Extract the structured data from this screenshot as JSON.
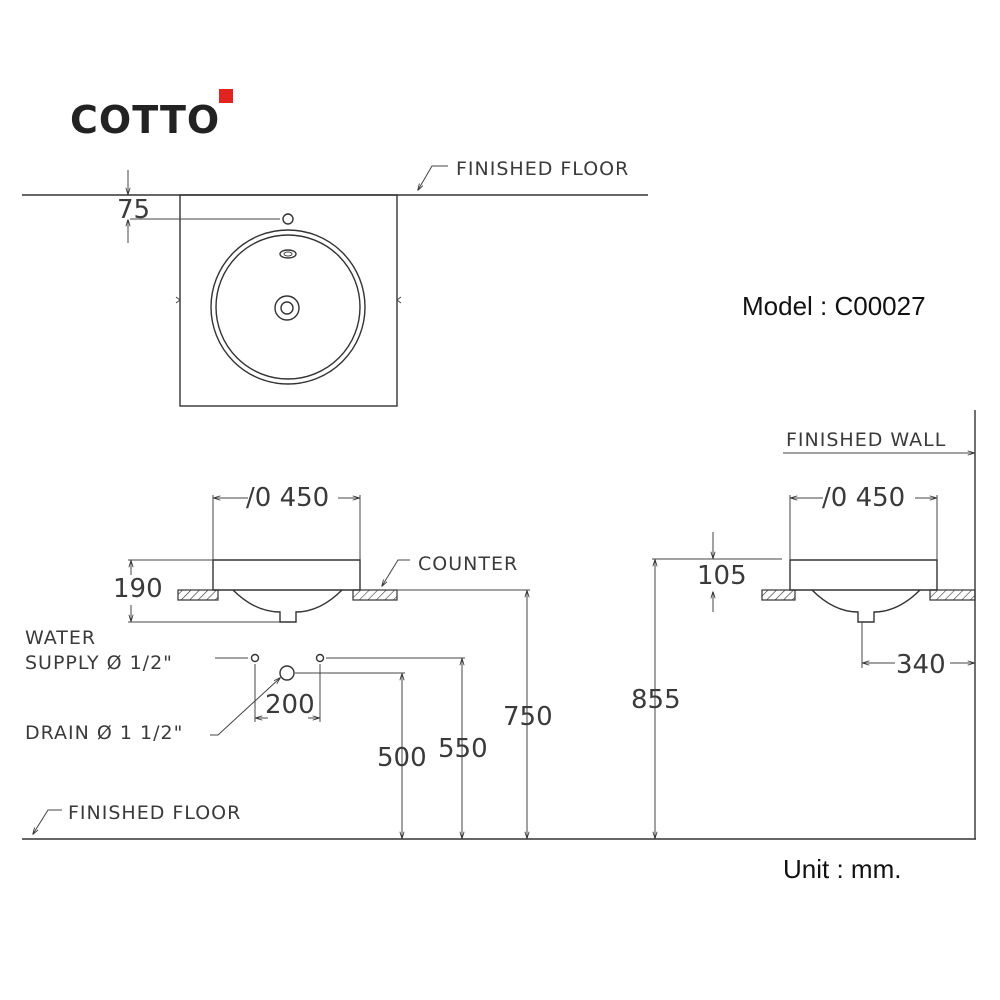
{
  "brand": {
    "name": "COTTO",
    "accent_color": "#e32320"
  },
  "model_label": "Model : C00027",
  "unit_label": "Unit : mm.",
  "plan_view": {
    "finished_floor": "FINISHED FLOOR",
    "hole_offset": "75"
  },
  "front_view": {
    "diameter": "/0 450",
    "height": "190",
    "counter": "COUNTER",
    "water_supply_line1": "WATER",
    "water_supply_line2": "SUPPLY Ø 1/2\"",
    "supply_spacing": "200",
    "drain": "DRAIN Ø 1  1/2\"",
    "supply_height": "500",
    "drain_height": "550",
    "counter_height": "750",
    "finished_floor": "FINISHED FLOOR"
  },
  "side_view": {
    "finished_wall": "FINISHED WALL",
    "diameter": "/0 450",
    "rim_height": "105",
    "wall_offset": "340",
    "total_height": "855"
  }
}
